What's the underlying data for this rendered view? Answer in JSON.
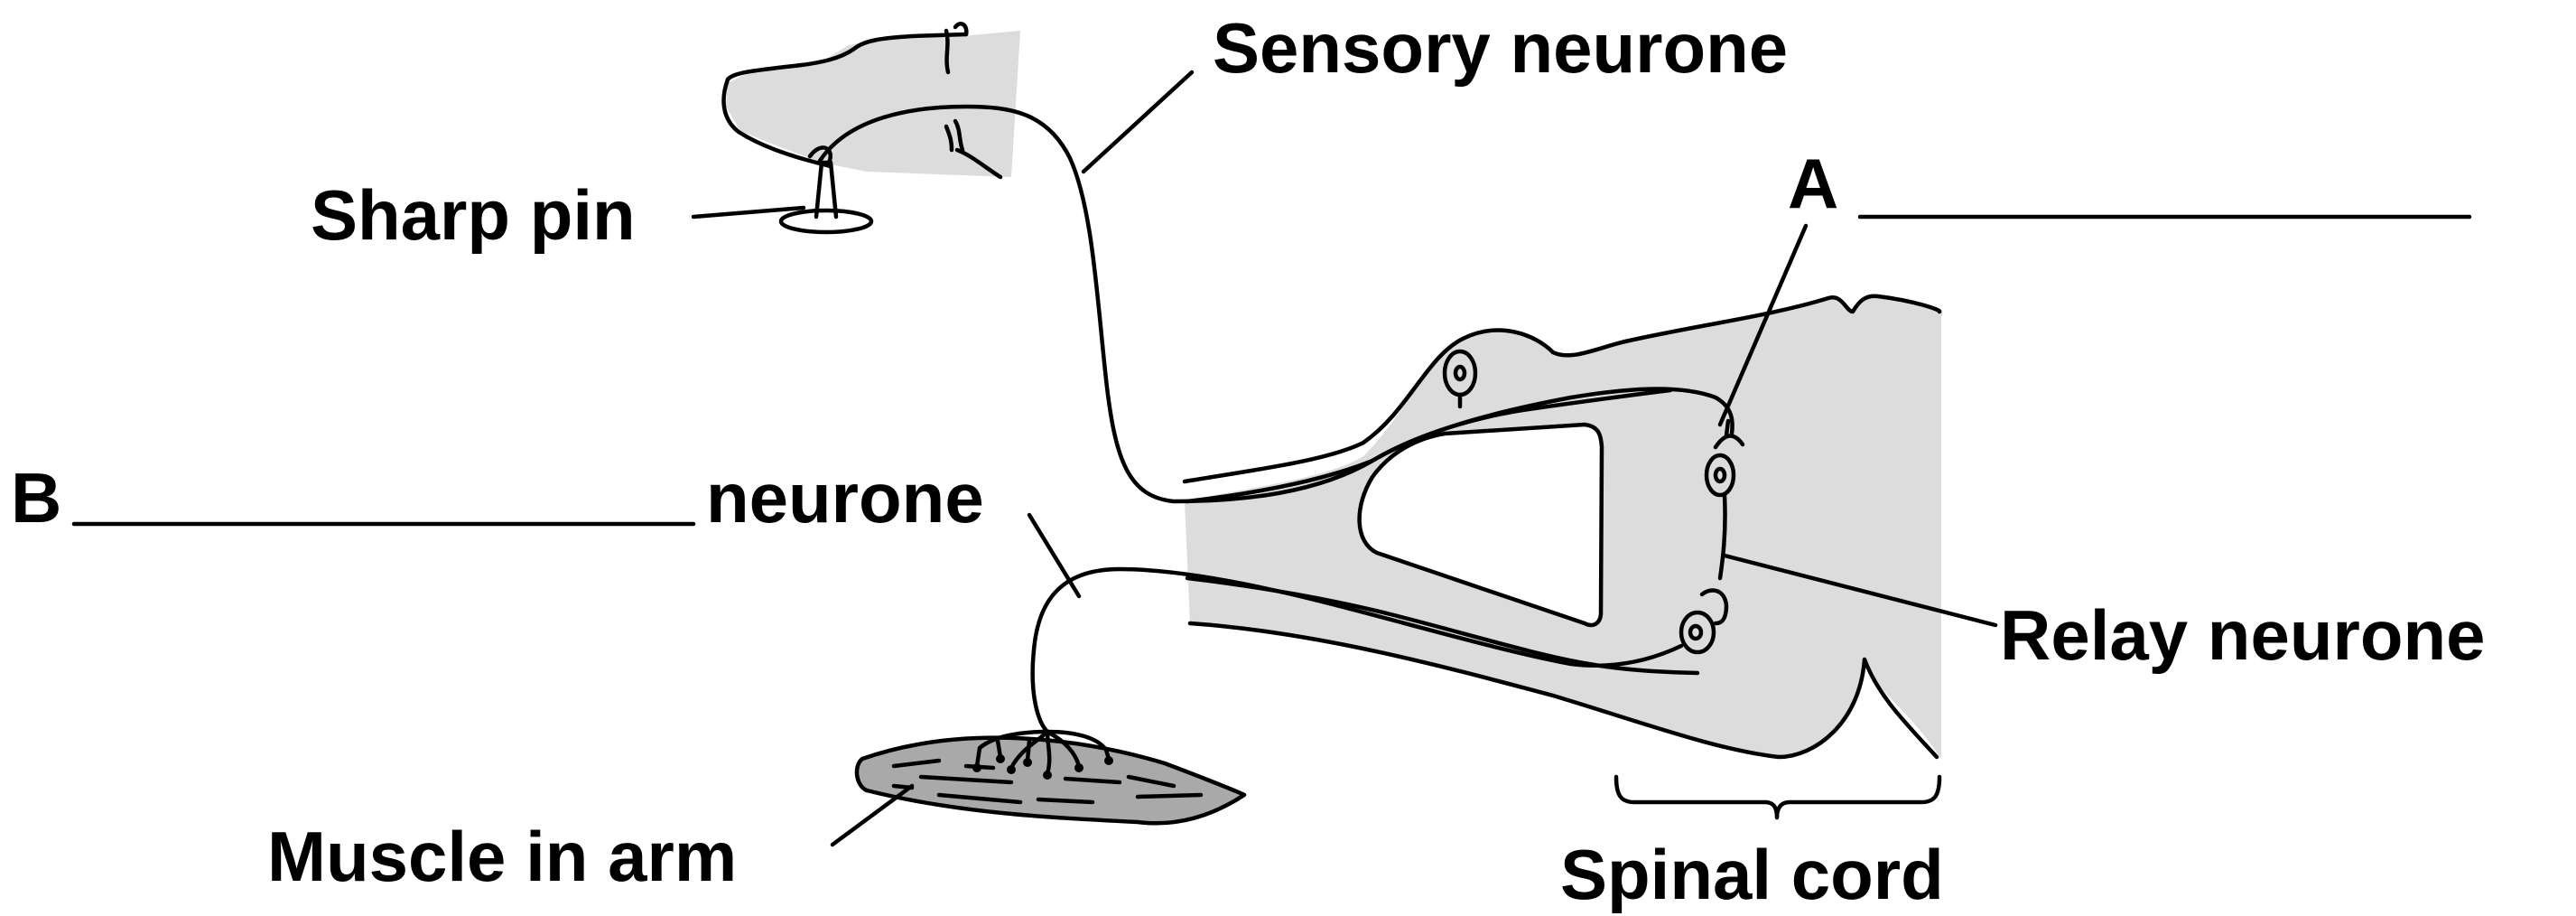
{
  "labels": {
    "sensory_neurone": "Sensory neurone",
    "sharp_pin": "Sharp pin",
    "a_label": "A",
    "b_label": "B",
    "neurone": "neurone",
    "relay_neurone": "Relay neurone",
    "muscle_in_arm": "Muscle in arm",
    "spinal_cord": "Spinal cord"
  },
  "colors": {
    "tissue_fill": "#dcdcdc",
    "muscle_fill": "#a9a9a9",
    "line": "#000000"
  }
}
